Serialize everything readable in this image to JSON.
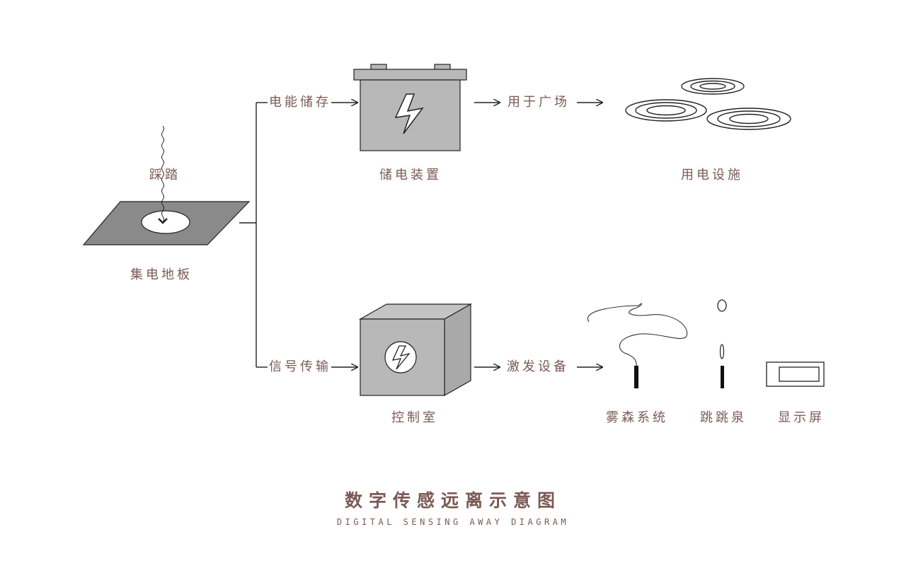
{
  "diagram": {
    "floor": {
      "label": "集电地板",
      "step_label": "踩踏"
    },
    "branches": {
      "storage": "电能储存",
      "signal": "信号传输"
    },
    "nodes": {
      "battery": "储电装置",
      "control_room": "控制室",
      "facilities": "用电设施",
      "mist": "雾森系统",
      "fountain": "跳跳泉",
      "display": "显示屏"
    },
    "edges": {
      "use_in_plaza": "用于广场",
      "trigger_devices": "激发设备"
    }
  },
  "title": "数字传感远离示意图",
  "subtitle": "DIGITAL SENSING AWAY DIAGRAM",
  "colors": {
    "label": "#7a5a55",
    "box_fill": "#b8b8b8",
    "floor_fill": "#8a8a8a",
    "stroke": "#222222"
  }
}
